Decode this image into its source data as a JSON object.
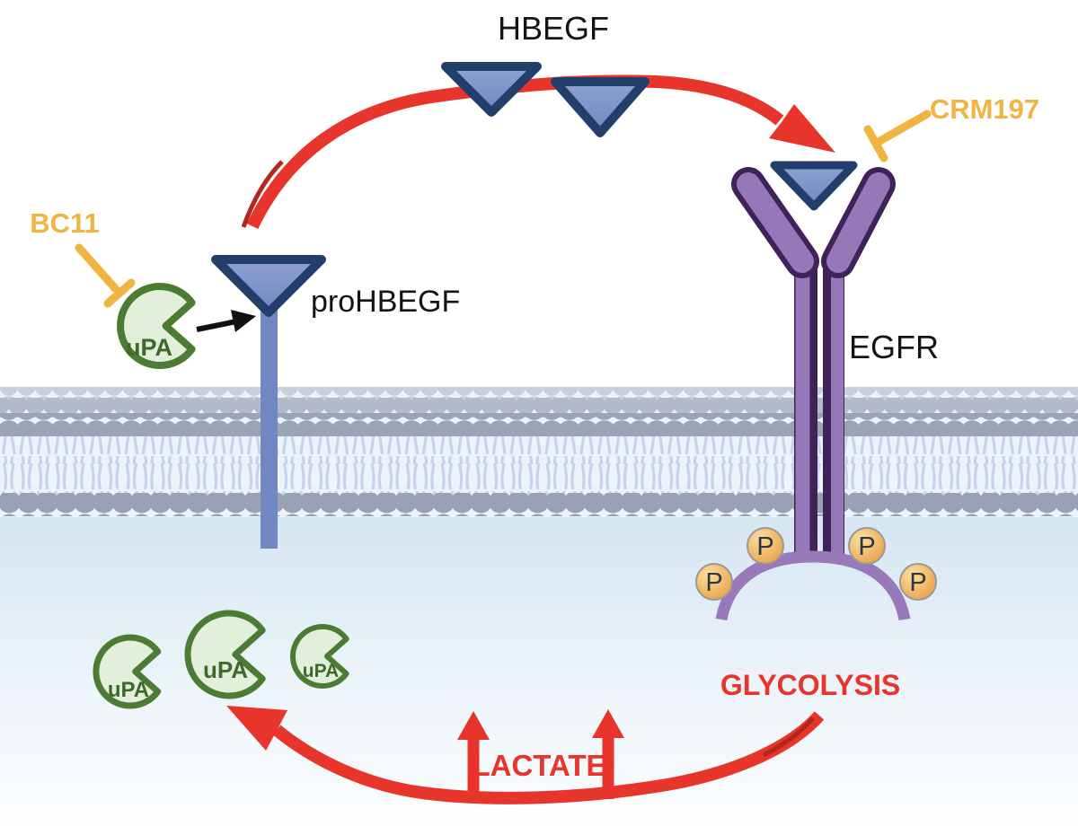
{
  "labels": {
    "hbegf": "HBEGF",
    "prohbegf": "proHBEGF",
    "egfr": "EGFR",
    "bc11": "BC11",
    "crm197": "CRM197",
    "glycolysis": "GLYCOLYSIS",
    "lactate": "LACTATE",
    "upa": "uPA",
    "phosphate": "P"
  },
  "colors": {
    "arrow_red": "#e7352b",
    "arrow_red_dark": "#b3271c",
    "inhibitor_gold": "#f0b442",
    "ligand_blue_fill": "#7b90c5",
    "ligand_border_navy": "#223f6b",
    "stalk_blue": "#7187c1",
    "receptor_purple": "#9478b8",
    "receptor_border_purple": "#3f2257",
    "enzyme_green_fill": "#e3efda",
    "enzyme_green_border": "#4c7b33",
    "phosphate_orange": "#e9993d",
    "membrane_head_gray": "#9aa4b7",
    "cytosol_blue": "#d3e5f1"
  }
}
